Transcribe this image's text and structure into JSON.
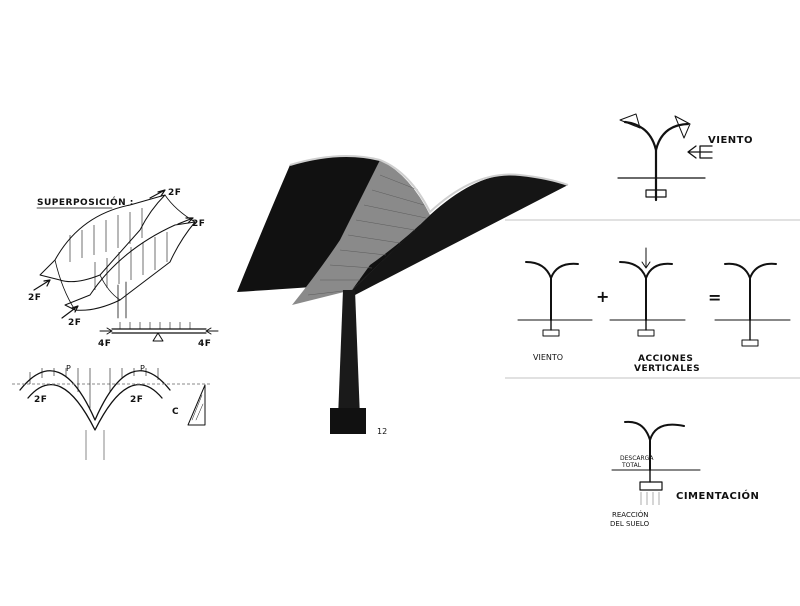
{
  "left_sketch": {
    "title": "SUPERPOSICIÓN :",
    "labels": {
      "force_top": "2F",
      "force_right": "2F",
      "force_left": "2F",
      "force_bottom": "2F",
      "beam_left": "4F",
      "beam_right": "4F",
      "arch_left": "2F",
      "arch_right": "2F",
      "arch_p_left": "P",
      "arch_p_right": "P",
      "arch_c": "C"
    }
  },
  "photo": {
    "page_number": "12"
  },
  "right_sketches": {
    "wind_label": "VIENTO",
    "sum_wind_caption": "VIENTO",
    "sum_vertical_caption_1": "ACCIONES",
    "sum_vertical_caption_2": "VERTICALES",
    "plus_sign": "+",
    "equals_sign": "=",
    "foundation_label": "CIMENTACIÓN",
    "load_label_1": "DESCARGA",
    "load_label_2": "TOTAL",
    "reaction_label_1": "REACCIÓN",
    "reaction_label_2": "DEL SUELO"
  }
}
